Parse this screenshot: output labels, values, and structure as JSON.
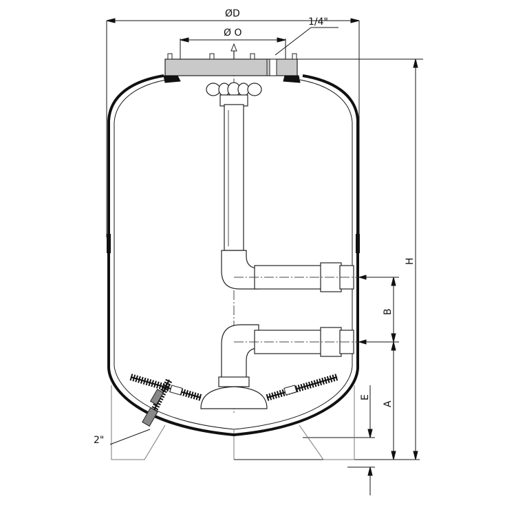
{
  "drawing": {
    "labels": {
      "outer_diameter": "ØD",
      "opening_diameter": "Ø O",
      "vent_connection": "1/4\"",
      "drain_connection": "2\"",
      "height": "H",
      "dim_a": "A",
      "dim_b": "B",
      "dim_e": "E"
    }
  }
}
